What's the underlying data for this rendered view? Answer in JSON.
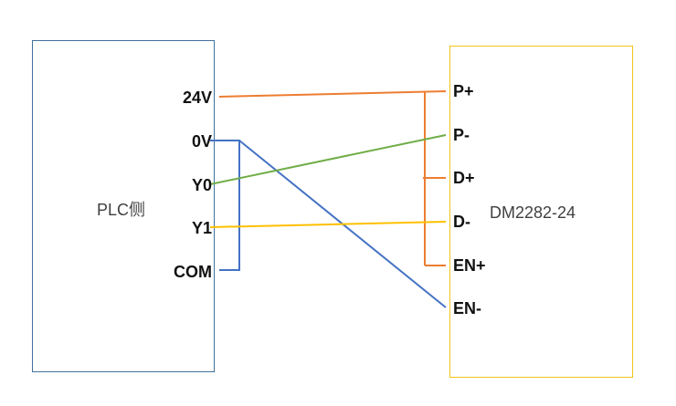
{
  "plc": {
    "title": "PLC侧",
    "terminals": [
      "24V",
      "0V",
      "Y0",
      "Y1",
      "COM"
    ]
  },
  "driver": {
    "title": "DM2282-24",
    "terminals": [
      "P+",
      "P-",
      "D+",
      "D-",
      "EN+",
      "EN-"
    ]
  },
  "wire_colors": {
    "power": "#ed7d31",
    "ground": "#4472c4",
    "y0": "#70ad47",
    "y1": "#ffc000"
  },
  "connections": [
    {
      "from": "24V",
      "to": "P+",
      "color": "power"
    },
    {
      "from": "24V",
      "to": "D+",
      "color": "power"
    },
    {
      "from": "24V",
      "to": "EN+",
      "color": "power"
    },
    {
      "from": "0V",
      "to": "COM",
      "color": "ground"
    },
    {
      "from": "0V",
      "to": "EN-",
      "color": "ground"
    },
    {
      "from": "Y0",
      "to": "P-",
      "color": "y0"
    },
    {
      "from": "Y1",
      "to": "D-",
      "color": "y1"
    }
  ]
}
